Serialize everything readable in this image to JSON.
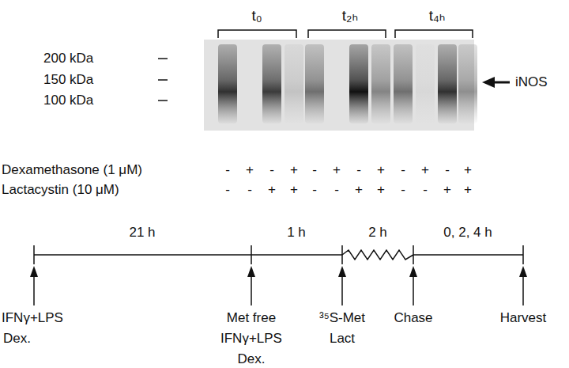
{
  "diagram": {
    "labels": [
      "t₀",
      "t₂ₕ",
      "t₄ₕ",
      "200 kDa",
      "150 kDa",
      "100 kDa",
      "iNOS",
      "Dexamethasone (1 μM)",
      "Lactacystin (10 μM)",
      "-",
      "+",
      "-",
      "+",
      "-",
      "+",
      "-",
      "+",
      "-",
      "+",
      "-",
      "+",
      "-",
      "-",
      "+",
      "+",
      "-",
      "-",
      "+",
      "+",
      "-",
      "-",
      "+",
      "+",
      "21 h",
      "1 h",
      "2 h",
      "0, 2, 4 h",
      "IFNγ+LPS",
      "Dex.",
      "Met free",
      "IFNγ+LPS",
      "Dex.",
      "³⁵S-Met",
      "Lact",
      "Chase",
      "Harvest"
    ]
  }
}
